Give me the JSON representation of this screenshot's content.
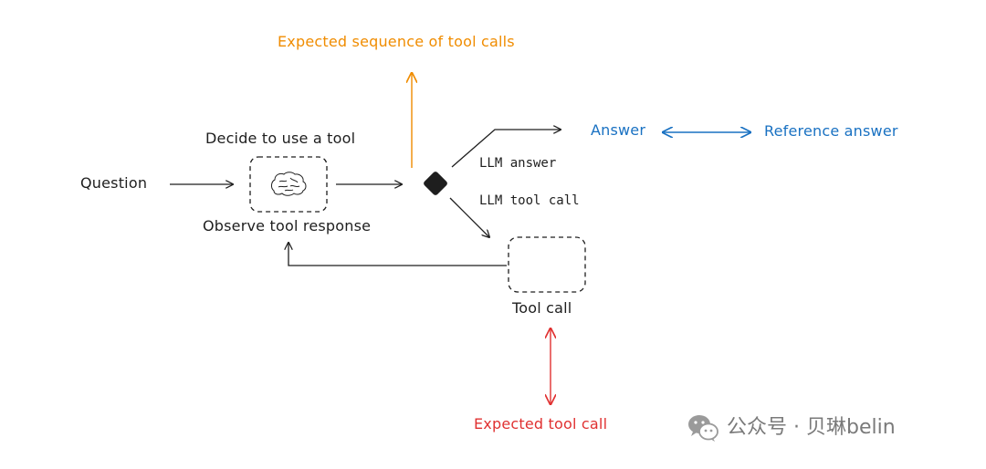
{
  "labels": {
    "expected_sequence": "Expected sequence of tool calls",
    "decide_tool": "Decide to use a tool",
    "question": "Question",
    "observe_response": "Observe tool response",
    "llm_answer": "LLM answer",
    "llm_tool_call": "LLM tool call",
    "answer": "Answer",
    "reference_answer": "Reference answer",
    "tool_call": "Tool call",
    "expected_tool_call": "Expected tool call"
  },
  "watermark": {
    "text": "公众号 · 贝琳belin",
    "icon": "wechat-icon"
  },
  "colors": {
    "ink": "#1e1e1e",
    "orange": "#f08c00",
    "blue": "#1971c2",
    "red": "#e03131"
  },
  "icons": {
    "brain": "brain-icon",
    "decision": "diamond-decision"
  }
}
